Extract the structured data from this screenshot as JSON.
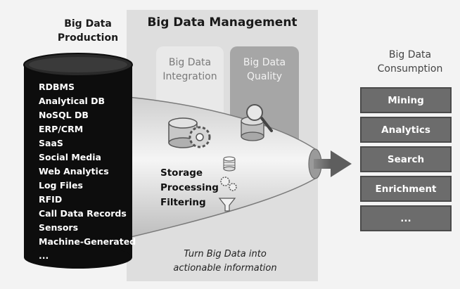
{
  "management": {
    "title": "Big Data Management",
    "integration": [
      "Big Data",
      "Integration"
    ],
    "quality": [
      "Big Data",
      "Quality"
    ],
    "stages": [
      "Storage",
      "Processing",
      "Filtering"
    ],
    "tagline": [
      "Turn Big Data into",
      "actionable information"
    ]
  },
  "production": {
    "title": [
      "Big Data",
      "Production"
    ],
    "sources": [
      "RDBMS",
      "Analytical DB",
      "NoSQL DB",
      "ERP/CRM",
      "SaaS",
      "Social Media",
      "Web Analytics",
      "Log Files",
      "RFID",
      "Call Data Records",
      "Sensors",
      "Machine-Generated",
      "..."
    ]
  },
  "consumption": {
    "title": [
      "Big Data",
      "Consumption"
    ],
    "uses": [
      "Mining",
      "Analytics",
      "Search",
      "Enrichment",
      "..."
    ]
  },
  "icons": [
    "database-icon",
    "gear-icon",
    "magnifier-icon",
    "filter-funnel-icon",
    "arrow-right-icon"
  ]
}
